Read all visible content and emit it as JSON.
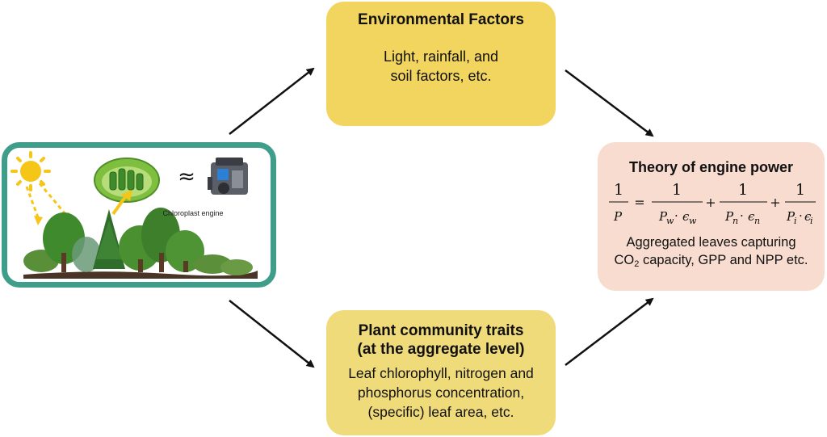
{
  "environment_box": {
    "title": "Environmental Factors",
    "line1": "Light, rainfall, and",
    "line2": "soil factors, etc."
  },
  "plant_box": {
    "title_line1": "Plant community traits",
    "title_line2": "(at the aggregate level)",
    "line1": "Leaf chlorophyll, nitrogen and",
    "line2": "phosphorus concentration,",
    "line3": "(specific) leaf area, etc."
  },
  "theory_box": {
    "title": "Theory of engine power",
    "formula": {
      "one": "1",
      "lhs_den": "P",
      "equals": "=",
      "plus": "+",
      "terms": [
        {
          "sym": "P",
          "sub": "w",
          "eps": "ϵ",
          "eps_sub": "w"
        },
        {
          "sym": "P",
          "sub": "n",
          "eps": "ϵ",
          "eps_sub": "n"
        },
        {
          "sym": "P",
          "sub": "i",
          "eps": "ϵ",
          "eps_sub": "i"
        }
      ],
      "dot": "·"
    },
    "caption_line1": "Aggregated leaves capturing",
    "caption_co": "CO",
    "caption_sub": "2",
    "caption_rest": " capacity, GPP and NPP etc."
  },
  "scene": {
    "approx_symbol": "≈",
    "chloroplast_label": "Chloroplast engine"
  },
  "colors": {
    "environment_fill": "#f2d55e",
    "plant_fill": "#f0db7a",
    "theory_fill": "#f7dccf",
    "scene_border": "#3f9e8a",
    "sun": "#f5c518",
    "arrow": "#111111"
  }
}
